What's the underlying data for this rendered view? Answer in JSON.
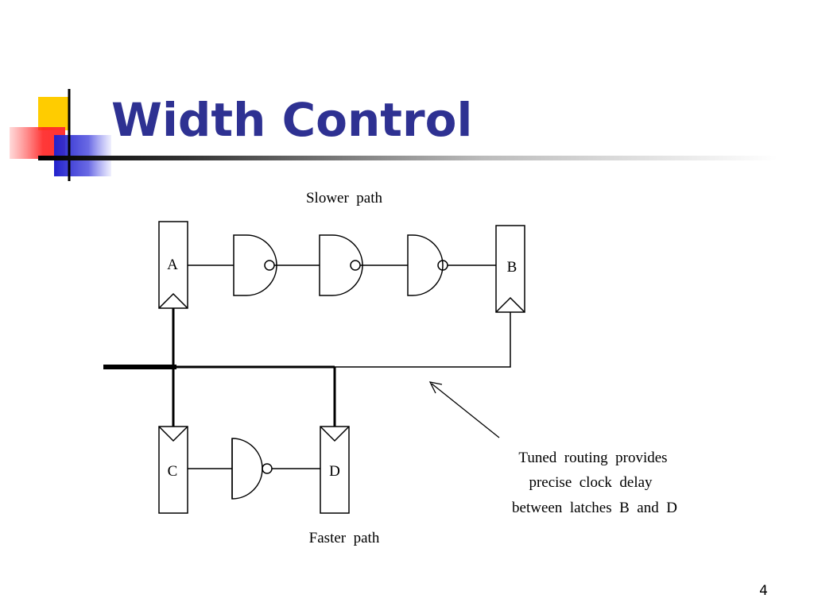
{
  "slide": {
    "title": "Width Control",
    "page_number": "4"
  },
  "diagram": {
    "slower_path_label": "Slower  path",
    "faster_path_label": "Faster  path",
    "latches": {
      "a": "A",
      "b": "B",
      "c": "C",
      "d": "D"
    },
    "annotation": {
      "line1": "Tuned  routing  provides",
      "line2": "precise  clock  delay",
      "line3": "between  latches  B  and  D"
    }
  },
  "colors": {
    "title": "#2e3192",
    "logo_yellow": "#ffcc00",
    "logo_blue": "#3333cc",
    "logo_red": "#ff3333"
  }
}
